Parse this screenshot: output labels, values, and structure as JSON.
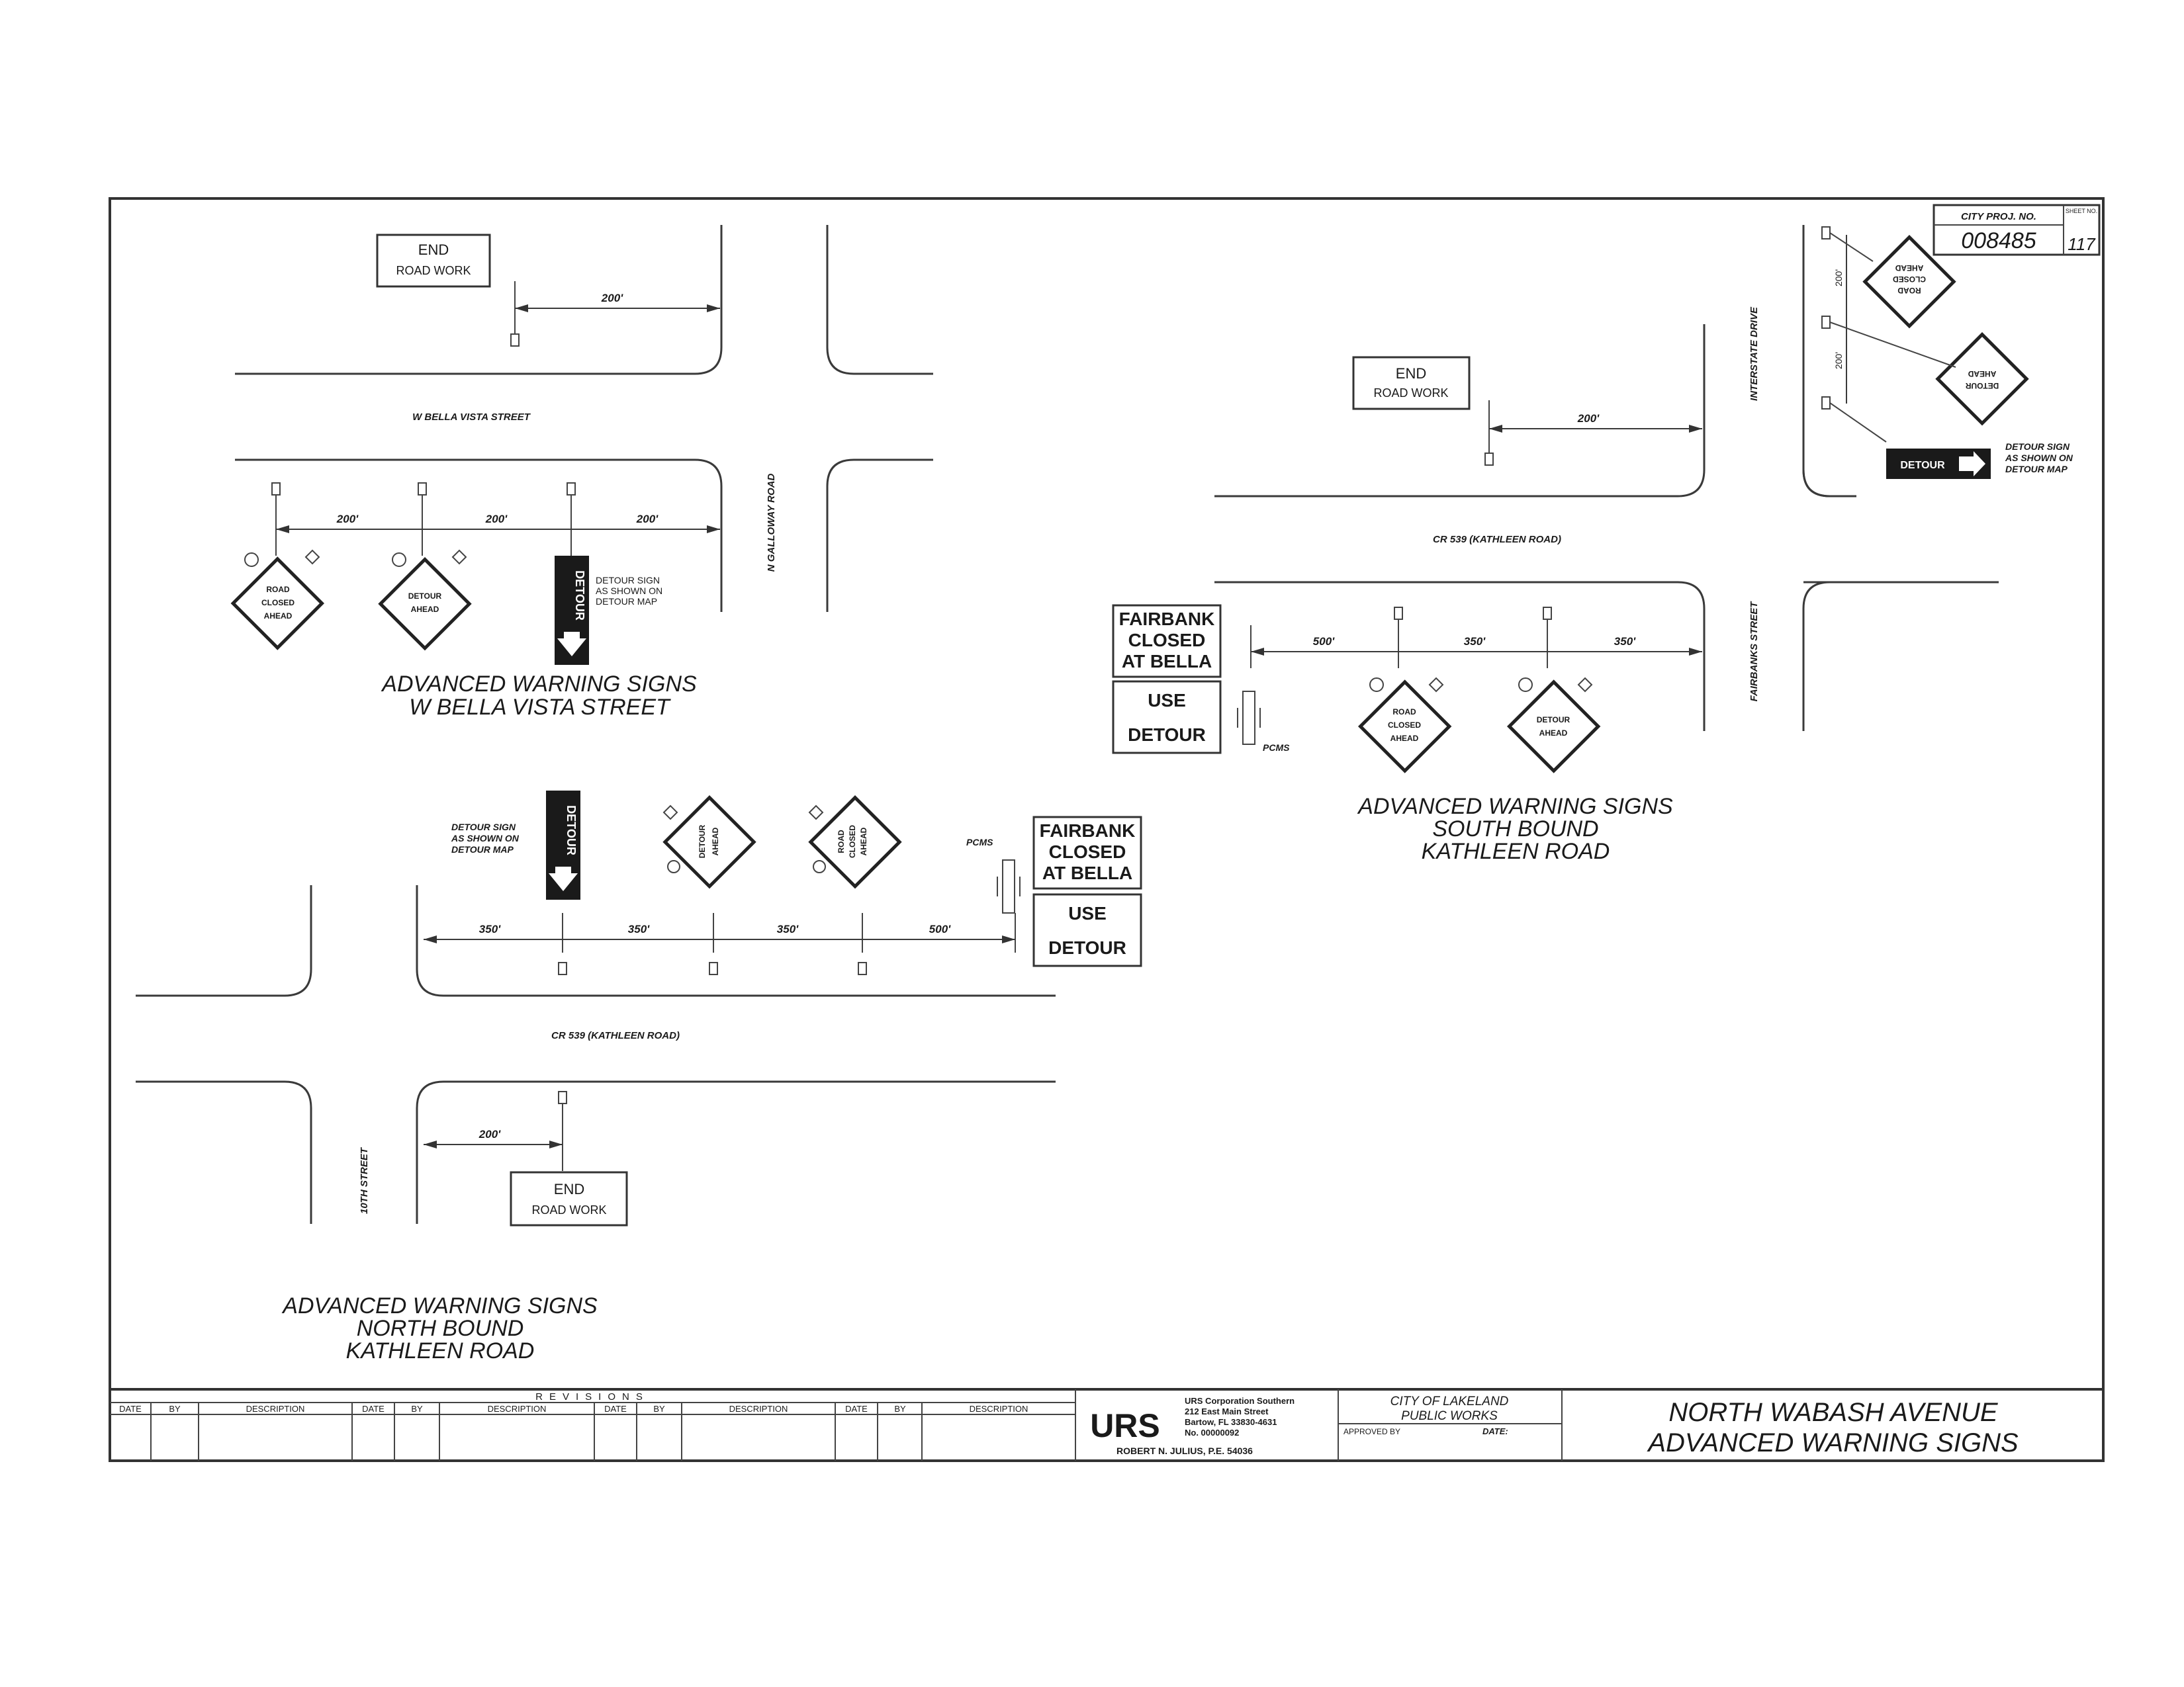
{
  "bella_vista": {
    "street": "W BELLA VISTA STREET",
    "cross_street": "N GALLOWAY ROAD",
    "end_sign": {
      "line1": "END",
      "line2": "ROAD WORK"
    },
    "end_dim": "200'",
    "dims": [
      "200'",
      "200'",
      "200'"
    ],
    "sign1": [
      "ROAD",
      "CLOSED",
      "AHEAD"
    ],
    "sign2": [
      "DETOUR",
      "AHEAD"
    ],
    "detour_arrow": "DETOUR",
    "detour_note": [
      "DETOUR SIGN",
      "AS SHOWN ON",
      "DETOUR MAP"
    ],
    "heading": [
      "ADVANCED WARNING SIGNS",
      "W BELLA VISTA STREET"
    ]
  },
  "southbound": {
    "street": "CR 539 (KATHLEEN ROAD)",
    "cross_street_top": "INTERSTATE DRIVE",
    "cross_street_bottom": "FAIRBANKS STREET",
    "end_sign": {
      "line1": "END",
      "line2": "ROAD WORK"
    },
    "end_dim": "200'",
    "dims": [
      "500'",
      "350'",
      "350'"
    ],
    "pcms": {
      "msg1": [
        "FAIRBANK",
        "CLOSED",
        "AT BELLA"
      ],
      "msg2": [
        "USE",
        "DETOUR"
      ],
      "label": "PCMS"
    },
    "sign1": [
      "ROAD",
      "CLOSED",
      "AHEAD"
    ],
    "sign2": [
      "DETOUR",
      "AHEAD"
    ],
    "heading": [
      "ADVANCED WARNING SIGNS",
      "SOUTH BOUND",
      "KATHLEEN ROAD"
    ],
    "inset_dims": [
      "200'",
      "200'"
    ],
    "inset_sign1": [
      "DETOUR",
      "AHEAD"
    ],
    "inset_sign2": [
      "ROAD",
      "CLOSED",
      "AHEAD"
    ],
    "inset_arrow": "DETOUR",
    "inset_note": [
      "DETOUR SIGN",
      "AS SHOWN ON",
      "DETOUR MAP"
    ]
  },
  "northbound": {
    "street": "CR 539 (KATHLEEN ROAD)",
    "cross_street": "10TH STREET",
    "end_sign": {
      "line1": "END",
      "line2": "ROAD WORK"
    },
    "end_dim": "200'",
    "dims": [
      "350'",
      "350'",
      "350'",
      "500'"
    ],
    "detour_note": [
      "DETOUR SIGN",
      "AS SHOWN ON",
      "DETOUR MAP"
    ],
    "detour_arrow": "DETOUR",
    "sign1": [
      "DETOUR",
      "AHEAD"
    ],
    "sign2": [
      "ROAD",
      "CLOSED",
      "AHEAD"
    ],
    "pcms": {
      "msg1": [
        "FAIRBANK",
        "CLOSED",
        "AT BELLA"
      ],
      "msg2": [
        "USE",
        "DETOUR"
      ],
      "label": "PCMS"
    },
    "heading": [
      "ADVANCED WARNING SIGNS",
      "NORTH BOUND",
      "KATHLEEN ROAD"
    ]
  },
  "title_block": {
    "city_proj_label": "CITY PROJ. NO.",
    "city_proj_no": "008485",
    "sheet_label": "SHEET NO.",
    "sheet_no": "117",
    "revisions_label": "REVISIONS",
    "rev_cols": [
      "DATE",
      "BY",
      "DESCRIPTION",
      "DATE",
      "BY",
      "DESCRIPTION",
      "DATE",
      "BY",
      "DESCRIPTION",
      "DATE",
      "BY",
      "DESCRIPTION"
    ],
    "firm_logo": "URS",
    "firm_lines": [
      "URS Corporation Southern",
      "212 East Main Street",
      "Bartow, FL 33830-4631",
      "No. 00000092"
    ],
    "engineer": "ROBERT N. JULIUS, P.E. 54036",
    "agency": [
      "CITY OF LAKELAND",
      "PUBLIC WORKS"
    ],
    "approved_label": "APPROVED BY",
    "date_label": "DATE:",
    "sheet_title": [
      "NORTH WABASH AVENUE",
      "ADVANCED WARNING SIGNS"
    ]
  }
}
